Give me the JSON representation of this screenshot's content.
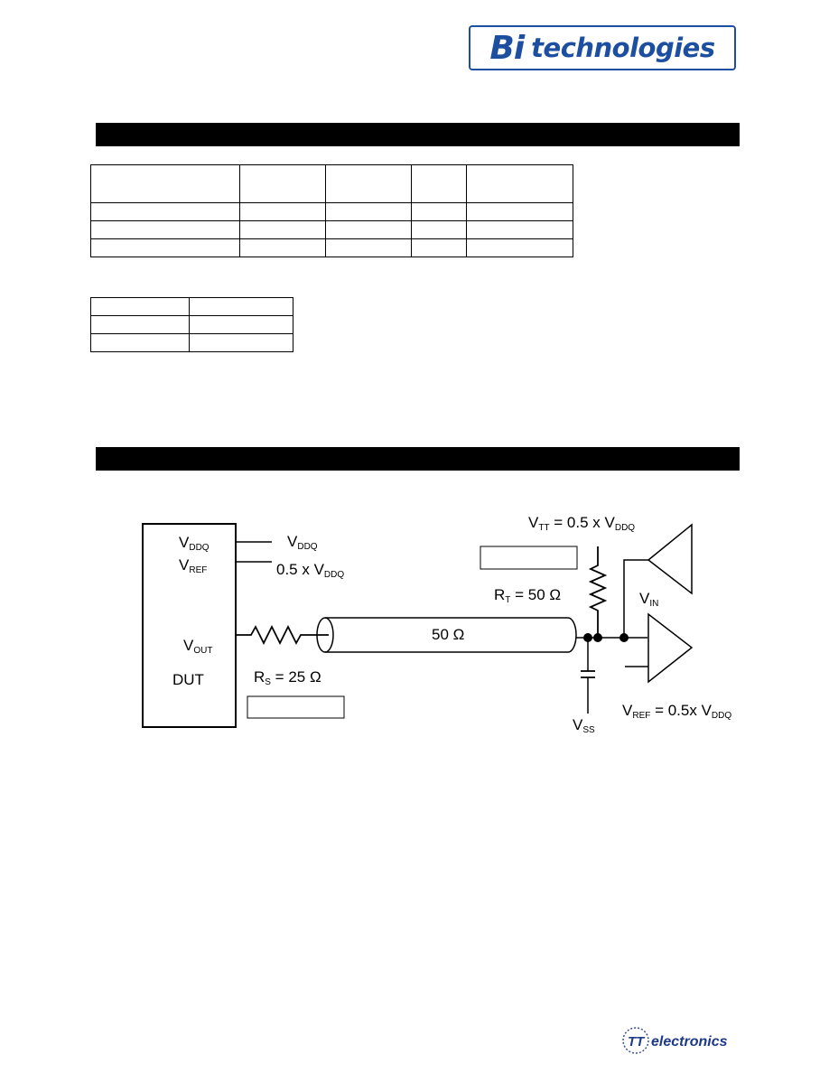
{
  "header": {
    "logo_bi": "Bi",
    "logo_word": "technologies"
  },
  "tables": {
    "table1": {
      "columns": [
        "",
        "",
        "",
        "",
        ""
      ],
      "rows": [
        [
          "",
          "",
          "",
          "",
          ""
        ],
        [
          "",
          "",
          "",
          "",
          ""
        ],
        [
          "",
          "",
          "",
          "",
          ""
        ]
      ]
    },
    "table2": {
      "rows": [
        [
          "",
          ""
        ],
        [
          "",
          ""
        ],
        [
          "",
          ""
        ]
      ]
    }
  },
  "circuit": {
    "dut_label": "DUT",
    "vddq_pin": {
      "main": "V",
      "sub": "DDQ"
    },
    "vref_pin": {
      "main": "V",
      "sub": "REF"
    },
    "vout_pin": {
      "main": "V",
      "sub": "OUT"
    },
    "vddq_supply": {
      "main": "V",
      "sub": "DDQ"
    },
    "vref_supply": {
      "prefix": "0.5 x V",
      "sub": "DDQ"
    },
    "rs": {
      "main": "R",
      "sub": "S",
      "suffix": " = 25 Ω"
    },
    "line_impedance": "50 Ω",
    "rt": {
      "main": "R",
      "sub": "T",
      "suffix": " = 50  Ω"
    },
    "vtt": {
      "main": "V",
      "sub": "TT",
      "middle": " = 0.5 x V",
      "sub2": "DDQ"
    },
    "vss": {
      "main": "V",
      "sub": "SS"
    },
    "vin": {
      "main": "V",
      "sub": "IN"
    },
    "vref_receiver": {
      "main": "V",
      "sub": "REF",
      "middle": " = 0.5x V",
      "sub2": "DDQ"
    }
  },
  "footer": {
    "logo_mark": "TT",
    "logo_word": "electronics"
  }
}
